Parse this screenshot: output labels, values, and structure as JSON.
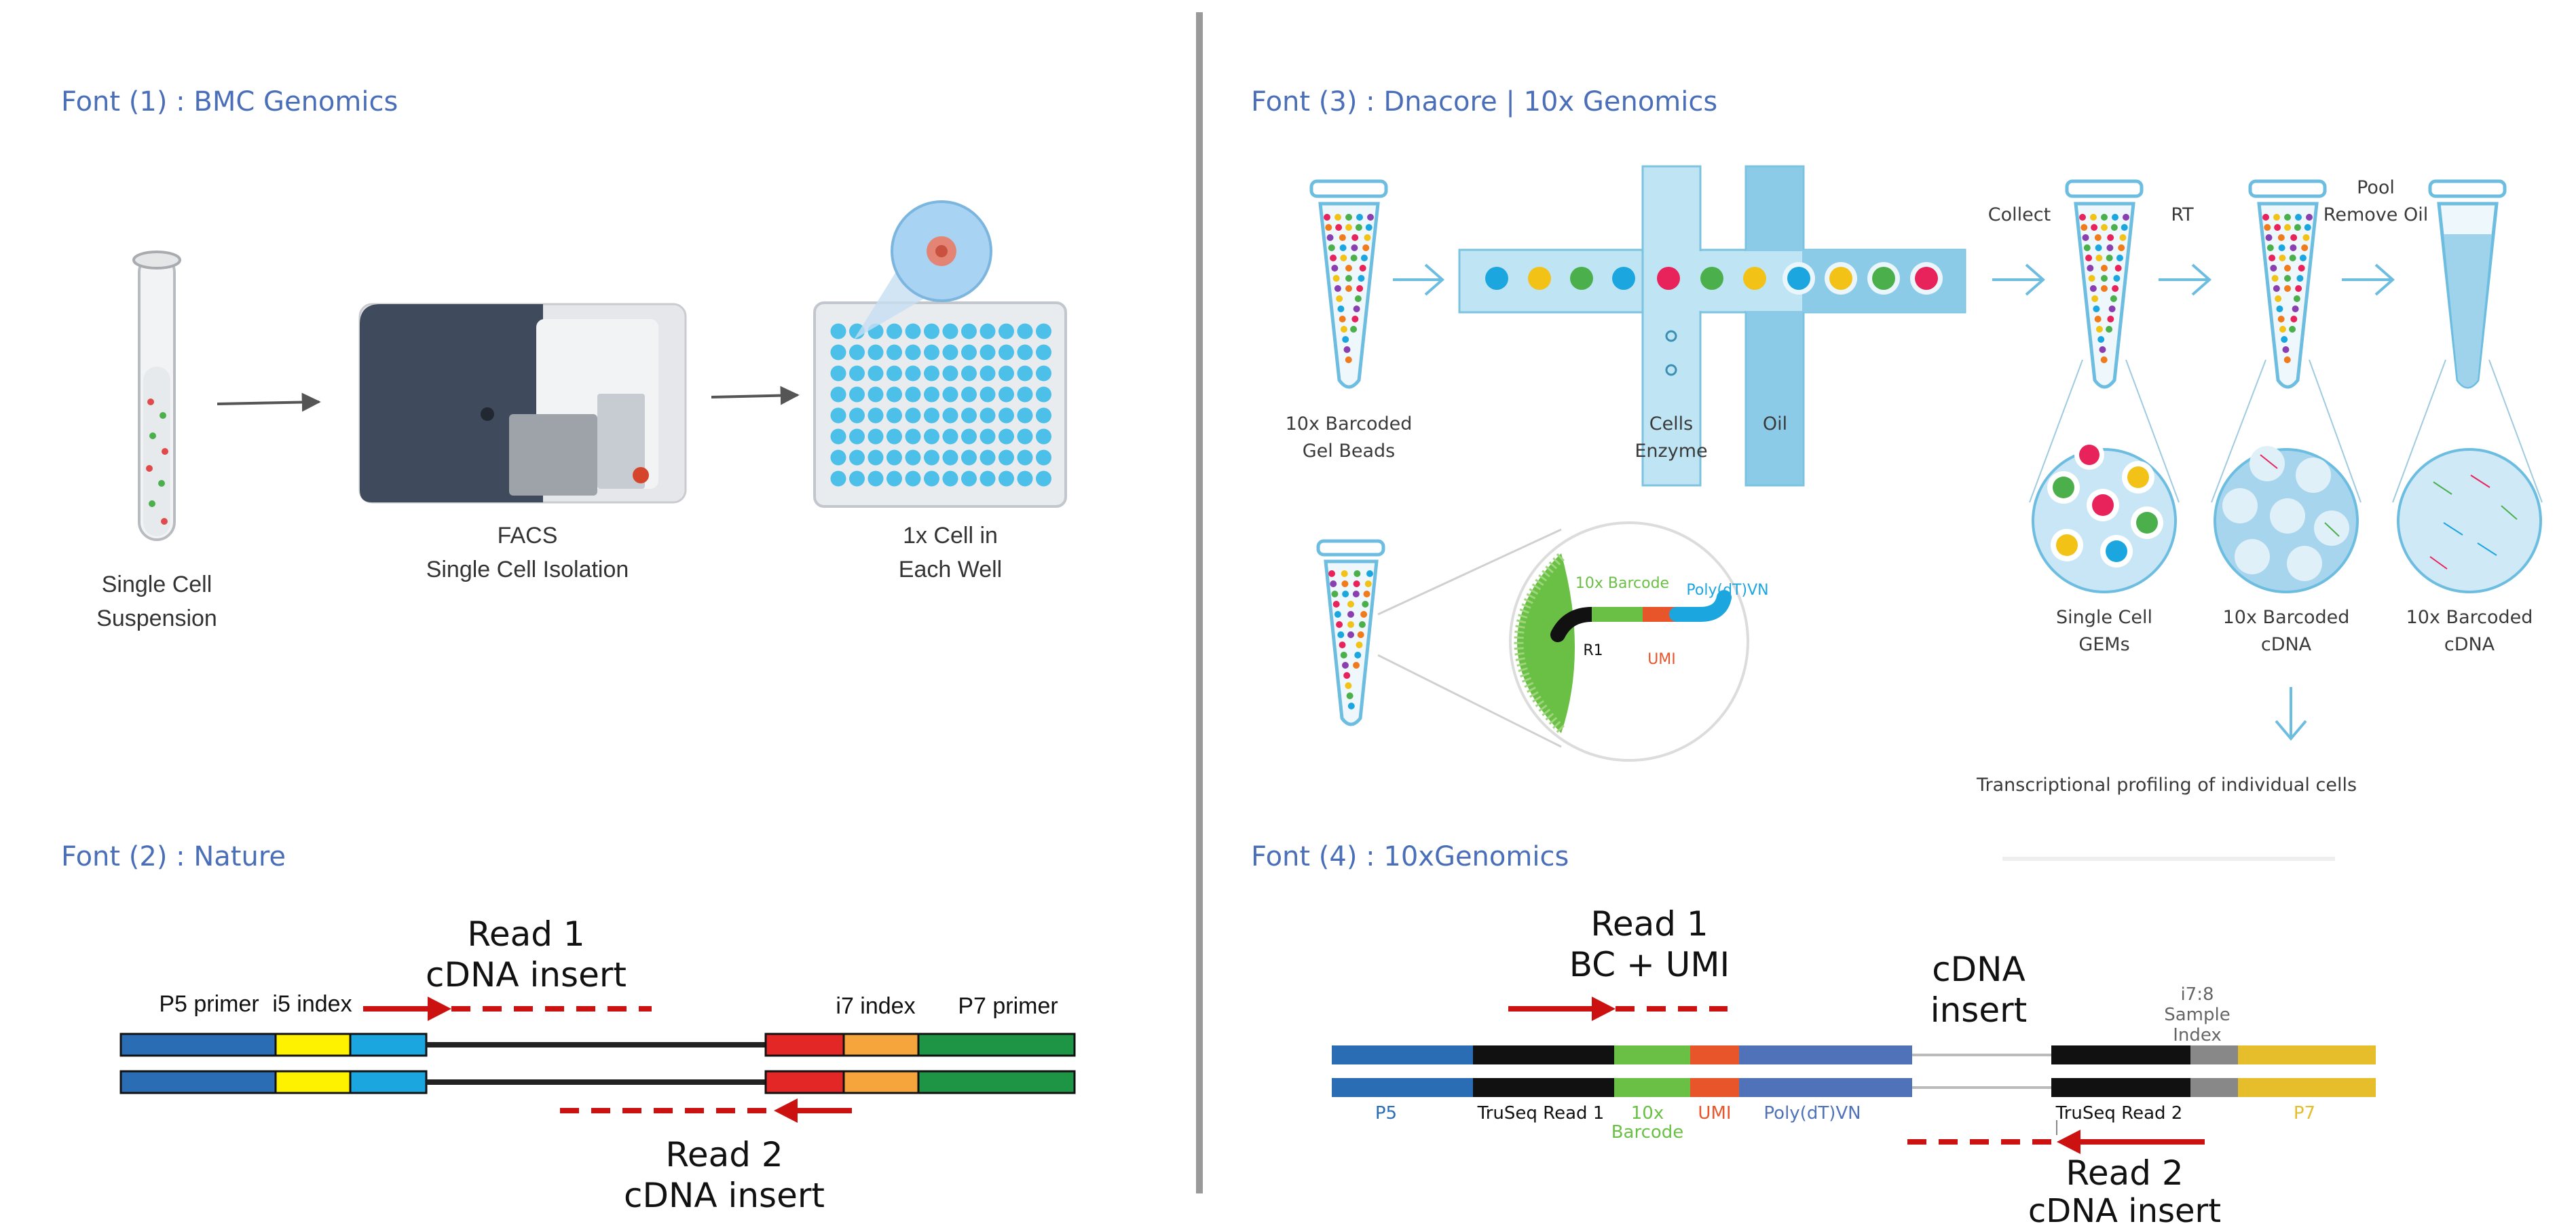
{
  "headers": {
    "font1": "Font (1) : BMC Genomics",
    "font2": "Font (2) : Nature",
    "font3": "Font (3) : Dnacore | 10x Genomics",
    "font4": "Font (4) : 10xGenomics"
  },
  "panel1": {
    "tube_label": [
      "Single Cell",
      "Suspension"
    ],
    "facs_label": [
      "FACS",
      "Single Cell Isolation"
    ],
    "plate_label": [
      "1x Cell in",
      "Each Well"
    ]
  },
  "panel2": {
    "read1": [
      "Read 1",
      "cDNA insert"
    ],
    "read2": [
      "Read 2",
      "cDNA insert"
    ],
    "seg_labels": [
      "P5 primer",
      "i5 index",
      "i7 index",
      "P7 primer"
    ]
  },
  "panel3": {
    "gel_beads": [
      "10x Barcoded",
      "Gel Beads"
    ],
    "cells_enzyme": [
      "Cells",
      "Enzyme"
    ],
    "oil": "Oil",
    "collect": "Collect",
    "rt": "RT",
    "pool": [
      "Pool",
      "Remove Oil"
    ],
    "gems": [
      "Single Cell",
      "GEMs"
    ],
    "cdna1": [
      "10x Barcoded",
      "cDNA"
    ],
    "cdna2": [
      "10x Barcoded",
      "cDNA"
    ],
    "profiling": "Transcriptional profiling of individual cells",
    "bead_barcode": "10x Barcode",
    "bead_polydt": "Poly(dT)VN",
    "bead_r1": "R1",
    "bead_umi": "UMI"
  },
  "panel4": {
    "read1": [
      "Read 1",
      "BC + UMI"
    ],
    "cdna_insert": [
      "cDNA",
      "insert"
    ],
    "sample_index": [
      "i7:8",
      "Sample",
      "Index"
    ],
    "read2": [
      "Read 2",
      "cDNA insert"
    ],
    "p5": "P5",
    "truseq_read1": "TruSeq Read 1",
    "barcode": [
      "10x",
      "Barcode"
    ],
    "umi": "UMI",
    "polydt": "Poly(dT)VN",
    "truseq_read2": "TruSeq Read 2",
    "p7": "P7"
  },
  "colors": {
    "header": "#4a6fb8",
    "read_arrow": "#cc1111",
    "p5": "#2a6db5",
    "truseq": "#111111",
    "barcode": "#6abf45",
    "umi": "#e8552a",
    "polydt": "#4f72b8",
    "sample_index": "#888888",
    "p7": "#e6bd2a",
    "well": "#4cc0e8",
    "channel": "#bfe4f3"
  }
}
